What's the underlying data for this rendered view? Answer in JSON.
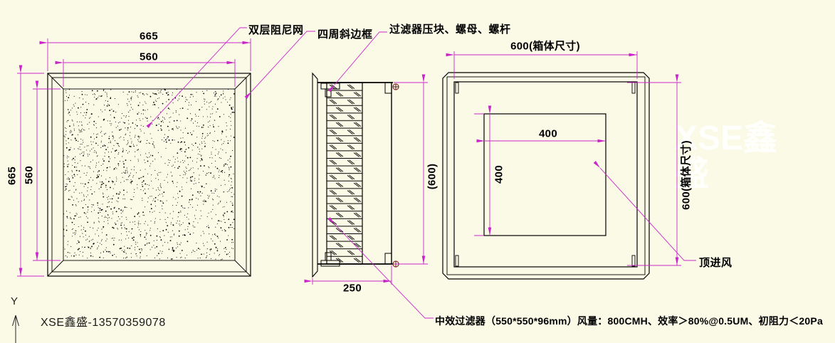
{
  "drawing": {
    "background_color": "#FBFAE7",
    "geometry_color": "#000000",
    "dimension_color": "#C827C8",
    "screw_color": "#8C3A34"
  },
  "callouts": {
    "damping_net": "双层阻尼网",
    "bevel_frame": "四周斜边框",
    "filter_clamp": "过滤器压块、螺母、螺杆",
    "top_inlet": "顶进风",
    "spec_note": "中效过滤器（550*550*96mm）风量：800CMH、效率＞80%@0.5UM、初阻力＜20Pa"
  },
  "front_view": {
    "width_outer": "665",
    "width_mesh": "560",
    "height_outer": "665",
    "height_mesh": "560"
  },
  "side_view": {
    "depth": "250",
    "height": "(600)"
  },
  "plan_view": {
    "body_width": "600(箱体尺寸)",
    "body_height": "600(箱体尺寸)",
    "opening_width": "400",
    "opening_height": "400"
  },
  "footer": {
    "company": "XSE鑫盛-13570359078"
  },
  "axis": {
    "label": "Y"
  },
  "watermark": "XSE鑫盛"
}
